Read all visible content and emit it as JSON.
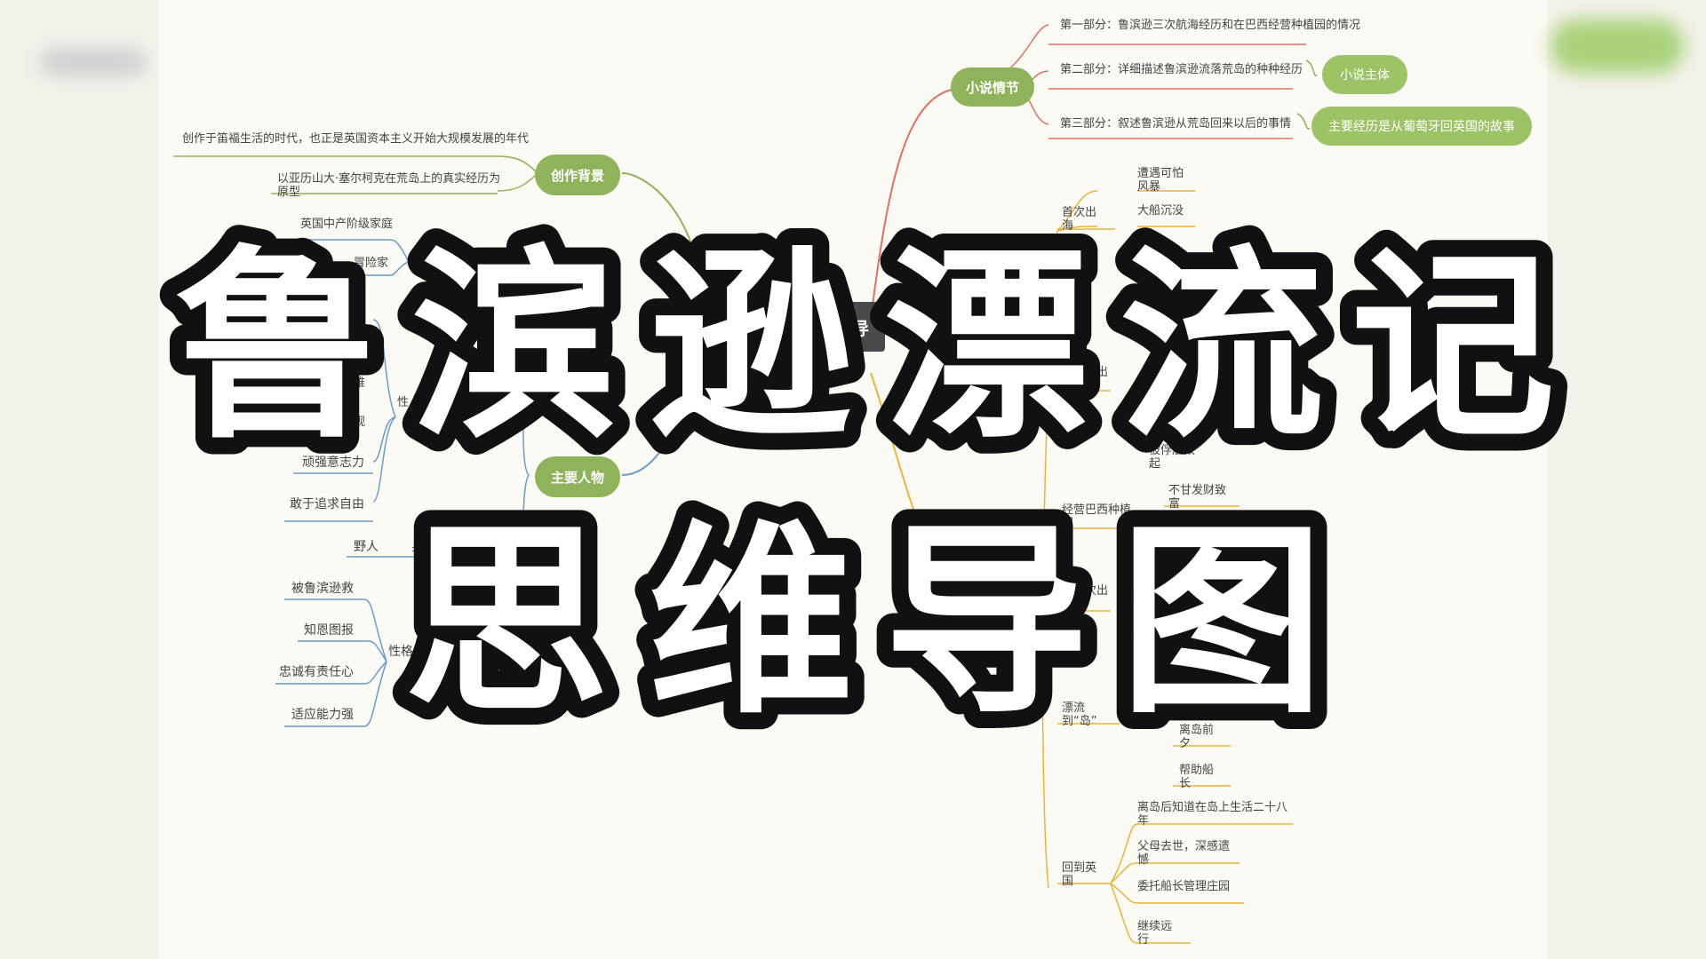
{
  "center": {
    "label": "思维导"
  },
  "title": {
    "line1": [
      "鲁",
      "滨",
      "逊",
      "漂",
      "流",
      "记"
    ],
    "line2": [
      "思",
      "维",
      "导",
      "图"
    ]
  },
  "branches": {
    "creation_background": {
      "label": "创作背景",
      "items": [
        "创作于笛福生活的时代，也正是英国资本主义开始大规模发展的年代",
        "以亚历山大·塞尔柯克在荒岛上的真实经历为原型"
      ]
    },
    "plot": {
      "label": "小说情节",
      "parts": [
        "第一部分：鲁滨逊三次航海经历和在巴西经营种植园的情况",
        "第二部分：详细描述鲁滨逊流落荒岛的种种经历",
        "第三部分：叙述鲁滨逊从荒岛回来以后的事情"
      ],
      "callouts": [
        "小说主体",
        "主要经历是从葡萄牙回英国的故事"
      ]
    },
    "main_characters": {
      "label": "主要人物",
      "robinson_items": [
        "英国中产阶级家庭",
        "冒险家",
        "新",
        "难",
        "观",
        "顽强意志力",
        "敢于追求自由"
      ],
      "robinson_groups": [
        "身份",
        "性"
      ],
      "friday_identity": [
        "野人",
        "身份"
      ],
      "friday_traits": [
        "被鲁滨逊救",
        "知恩图报",
        "忠诚有责任心",
        "适应能力强"
      ],
      "friday_trait_group": "性格特"
    },
    "events": {
      "first_voyage": {
        "label": "首次出海",
        "items": [
          "遭遇可怕风暴",
          "大船沉没"
        ]
      },
      "second_voyage": {
        "label": "第二次出海"
      },
      "second_voyage_item": "被俘后奴起",
      "brazil": {
        "label": "经营巴西种植园",
        "items": [
          "不甘发财致富"
        ]
      },
      "fourth_voyage": {
        "label": "第四次出海"
      },
      "drift": {
        "label": "漂流到“岛”",
        "items": [
          "离岛前夕",
          "帮助船长"
        ]
      },
      "return": {
        "label": "回到英国",
        "items": [
          "离岛后知道在岛上生活二十八年",
          "父母去世，深感遗憾",
          "委托船长管理庄园",
          "继续远行"
        ]
      }
    }
  }
}
